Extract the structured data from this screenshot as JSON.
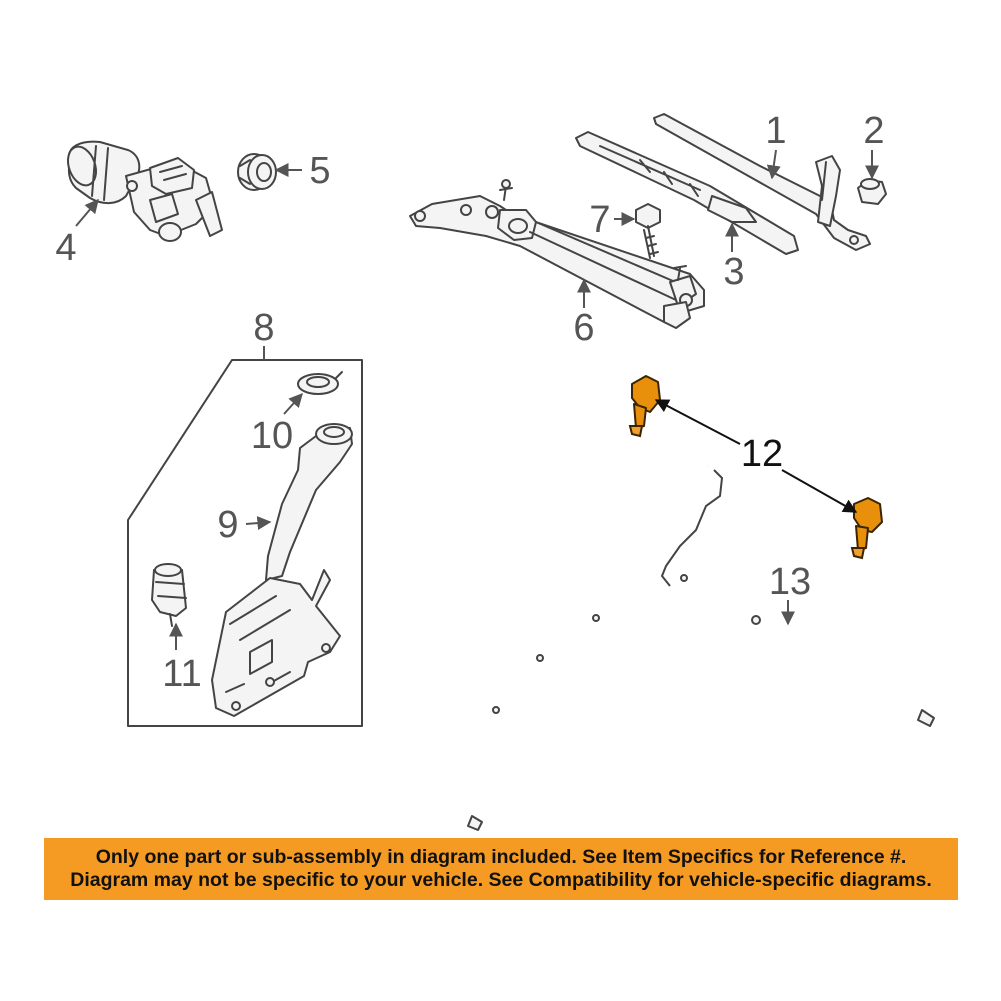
{
  "callouts": {
    "c1": "1",
    "c2": "2",
    "c3": "3",
    "c4": "4",
    "c5": "5",
    "c6": "6",
    "c7": "7",
    "c8": "8",
    "c9": "9",
    "c10": "10",
    "c11": "11",
    "c12": "12",
    "c13": "13"
  },
  "colors": {
    "highlight_part": "#e8900c",
    "banner_background": "#f59a23"
  },
  "banner": {
    "line1": "Only one part or sub-assembly in diagram included. See Item Specifics for Reference #.",
    "line2": "Diagram may not be specific to your vehicle. See Compatibility for vehicle-specific diagrams."
  }
}
